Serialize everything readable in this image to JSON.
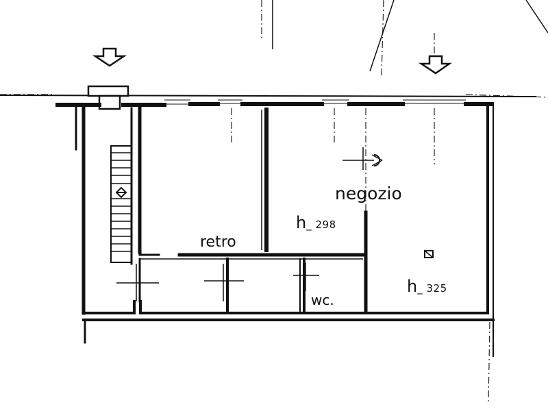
{
  "rooms": {
    "negozio": "negozio",
    "retro": "retro",
    "wc": "wc."
  },
  "heights": [
    {
      "letter": "h",
      "value": "_ 298"
    },
    {
      "letter": "h",
      "value": "_ 325"
    }
  ],
  "icons": {
    "entrance_arrow": "down-arrow-icon",
    "ceiling_light": "ceiling-light-icon",
    "light_point": "light-point-icon",
    "stair_arrow": "stair-arrow-icon"
  }
}
